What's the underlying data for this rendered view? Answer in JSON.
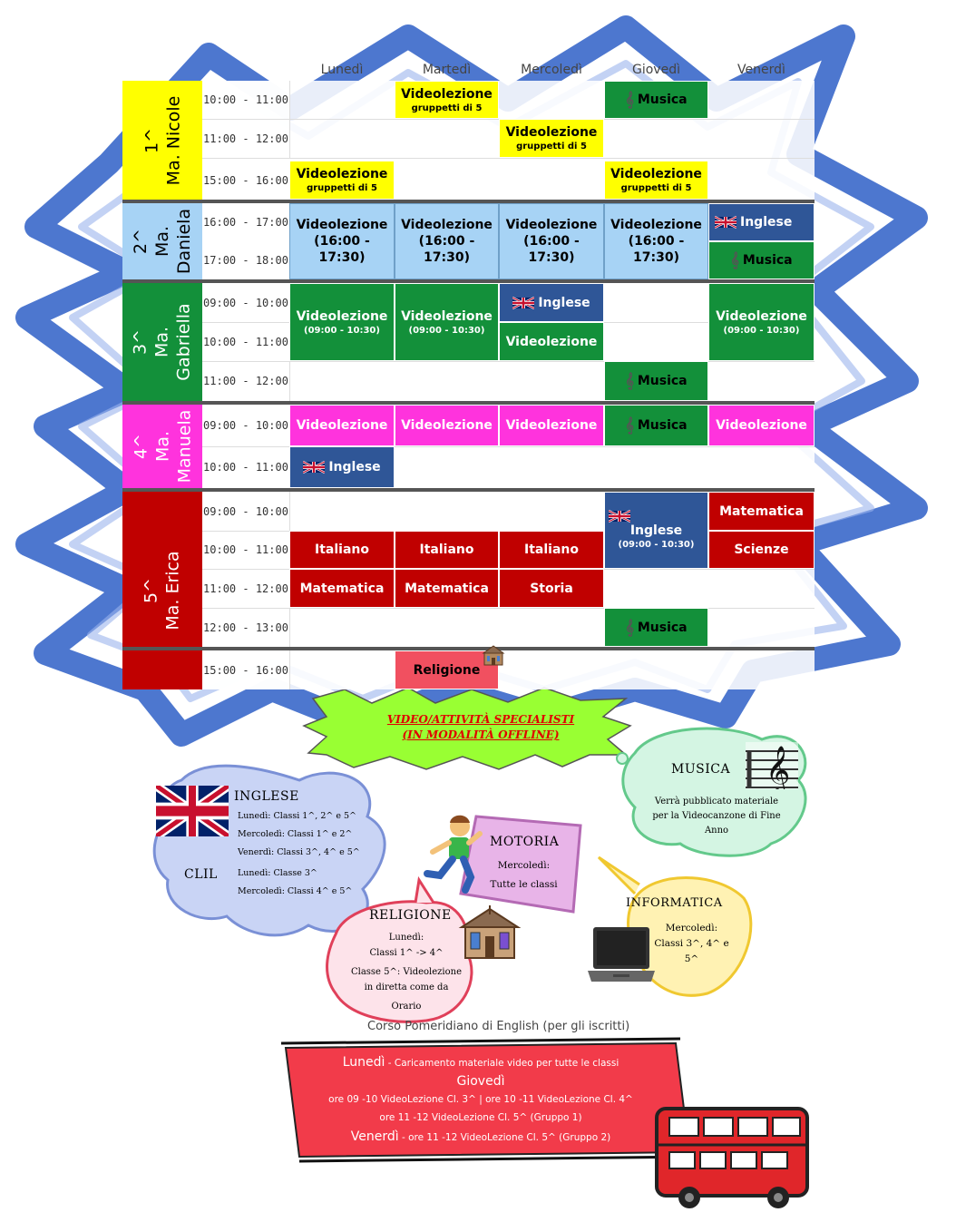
{
  "days": [
    "Lunedì",
    "Martedì",
    "Mercoledì",
    "Giovedì",
    "Venerdì"
  ],
  "classes": [
    {
      "grade": "1^",
      "teacher": "Ma. Nicole"
    },
    {
      "grade": "2^",
      "teacher_line1": "Ma.",
      "teacher_line2": "Daniela"
    },
    {
      "grade": "3^",
      "teacher_line1": "Ma.",
      "teacher_line2": "Gabriella"
    },
    {
      "grade": "4^",
      "teacher_line1": "Ma.",
      "teacher_line2": "Manuela"
    },
    {
      "grade": "5^",
      "teacher": "Ma. Erica"
    }
  ],
  "times": {
    "c1": [
      "10:00 - 11:00",
      "11:00 - 12:00",
      "15:00 - 16:00"
    ],
    "c2": [
      "16:00 - 17:00",
      "17:00 - 18:00"
    ],
    "c3": [
      "09:00 - 10:00",
      "10:00 - 11:00",
      "11:00 - 12:00"
    ],
    "c4": [
      "09:00 - 10:00",
      "10:00 - 11:00"
    ],
    "c5": [
      "09:00 - 10:00",
      "10:00 - 11:00",
      "11:00 - 12:00",
      "12:00 - 13:00",
      "15:00 - 16:00"
    ]
  },
  "lessons": {
    "videolezione": "Videolezione",
    "gruppetti": "gruppetti di 5",
    "range_16_17": "(16:00 - 17:30)",
    "range_09_10": "(09:00 - 10:30)",
    "musica": "Musica",
    "inglese": "Inglese",
    "italiano": "Italiano",
    "matematica": "Matematica",
    "storia": "Storia",
    "scienze": "Scienze",
    "religione": "Religione"
  },
  "banner": {
    "line1": "VIDEO/ATTIVITÀ SPECIALISTI",
    "line2": "(IN MODALITÀ OFFLINE)"
  },
  "inglese_box": {
    "title": "INGLESE",
    "lines": [
      "Lunedì: Classi 1^, 2^ e 5^",
      "Mercoledì: Classi 1^ e 2^",
      "Venerdì: Classi 3^, 4^ e 5^"
    ],
    "clil_title": "CLIL",
    "clil_lines": [
      "Lunedì: Classe 3^",
      "Mercoledì: Classi 4^ e 5^"
    ]
  },
  "musica_box": {
    "title": "MUSICA",
    "lines": [
      "Verrà pubblicato materiale",
      "per la Videocanzone di Fine",
      "Anno"
    ]
  },
  "motoria_box": {
    "title": "MOTORIA",
    "lines": [
      "Mercoledì:",
      "Tutte le classi"
    ]
  },
  "informatica_box": {
    "title": "INFORMATICA",
    "lines": [
      "Mercoledì:",
      "Classi 3^, 4^ e 5^"
    ]
  },
  "religione_box": {
    "title": "RELIGIONE",
    "lines": [
      "Lunedì:",
      "Classi 1^ -> 4^",
      "Classe 5^:  Videolezione",
      "in diretta come da",
      "Orario"
    ]
  },
  "english_course": {
    "title": "Corso Pomeridiano di English (per gli iscritti)",
    "l1_day": "Lunedì",
    "l1_text": " - Caricamento materiale video per tutte le classi",
    "l2_day": "Giovedì",
    "l3": "ore 09 -10 VideoLezione Cl. 3^ | ore 10 -11 VideoLezione Cl. 4^",
    "l4": "ore 11 -12 VideoLezione Cl. 5^ (Gruppo 1)",
    "l5_day": "Venerdì",
    "l5_text": " - ore 11 -12 VideoLezione Cl. 5^ (Gruppo 2)"
  },
  "colors": {
    "yellow": "#ffff00",
    "light_blue": "#a7d3f5",
    "green": "#13903a",
    "magenta": "#ff33dd",
    "navy": "#2f5697",
    "red": "#c00000",
    "coral": "#f15060",
    "star_blue": "#2e5fc7"
  },
  "icons": [
    "treble-clef-icon",
    "uk-flag-icon",
    "church-icon",
    "running-boy-icon",
    "laptop-icon",
    "bus-icon"
  ]
}
